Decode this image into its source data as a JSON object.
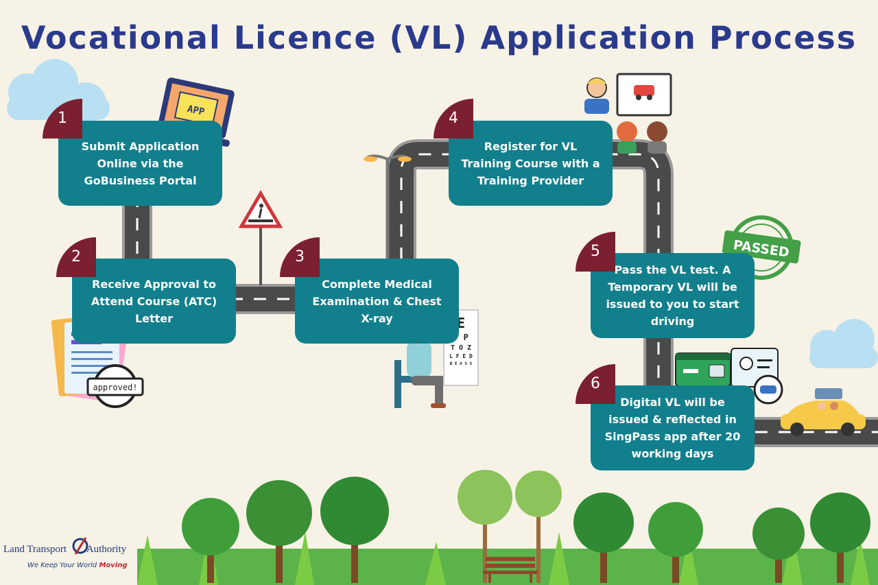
{
  "title": "Vocational Licence (VL) Application Process",
  "colors": {
    "title": "#2a3a8c",
    "box": "#127f8c",
    "badge": "#7b2030",
    "road": "#4a4a4a",
    "road_edge": "#9a9a9a",
    "tree": "#3f9e3a",
    "grass": "#6cbf3c"
  },
  "steps": [
    {
      "number": "1",
      "text": "Submit Application Online via the GoBusiness Portal"
    },
    {
      "number": "2",
      "text": "Receive Approval to Attend Course (ATC) Letter"
    },
    {
      "number": "3",
      "text": "Complete Medical Examination & Chest X-ray"
    },
    {
      "number": "4",
      "text": "Register for VL Training Course with a Training Provider"
    },
    {
      "number": "5",
      "text": "Pass the VL test.  A Temporary VL will be issued to you to start driving"
    },
    {
      "number": "6",
      "text": "Digital VL will be issued & reflected in SingPass app after 20 working days"
    }
  ],
  "stickers": {
    "app": "APP",
    "approved": "approved!",
    "passed": "PASSED",
    "eye_chart": [
      "E",
      "F P",
      "T O Z",
      "L F E D",
      "B E A S S"
    ]
  },
  "icons": [
    "cloud-icon",
    "laptop-app-icon",
    "pedestrian-crossing-sign-icon",
    "street-lamp-icon",
    "classroom-instructor-icon",
    "passed-stamp-icon",
    "document-approved-icon",
    "patient-eye-test-icon",
    "eye-chart-icon",
    "licence-cards-icon",
    "yellow-car-icon",
    "tree-icon",
    "park-bench-icon"
  ],
  "logo": {
    "name_left": "Land Transport",
    "name_right": "Authority",
    "tagline": "We Keep Your World",
    "tagline_accent": "Moving"
  }
}
